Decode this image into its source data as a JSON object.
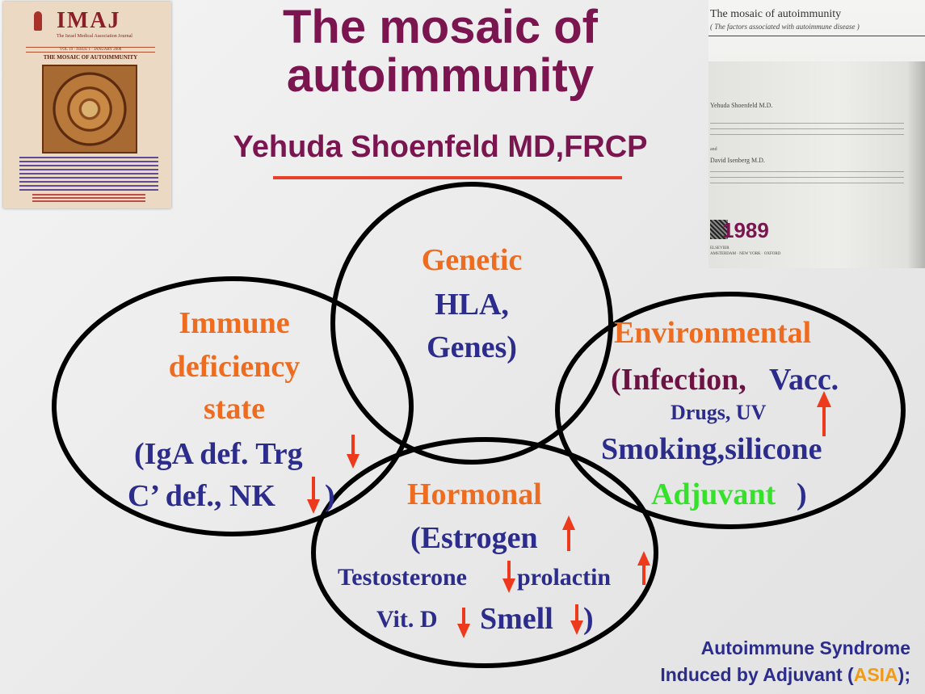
{
  "title": {
    "line1": "The mosaic of",
    "line2": "autoimmunity"
  },
  "author": "Yehuda Shoenfeld MD,FRCP",
  "cover": {
    "journal_name": "IMAJ",
    "journal_sub": "The Israel Medical Association Journal",
    "issue_line": "VOL 19 · ISSUE 1 · JANUARY 2008",
    "heading": "THE MOSAIC OF AUTOIMMUNITY"
  },
  "book": {
    "title": "The mosaic of autoimmunity",
    "subtitle": "( The factors associated with autoimmune disease )",
    "author1": "Yehuda Shoenfeld M.D.",
    "and": "and",
    "author2": "David Isenberg M.D.",
    "year": "1989",
    "publisher_line1": "ELSEVIER",
    "publisher_line2": "AMSTERDAM · NEW YORK · OXFORD"
  },
  "venn": {
    "genetic": {
      "heading": "Genetic",
      "line1": "HLA,",
      "line2": "Genes)"
    },
    "immune": {
      "heading1": "Immune",
      "heading2": "deficiency",
      "heading3": "state",
      "line1": "(IgA def. Trg",
      "line2": "C’ def., NK",
      "line2_tail": ")"
    },
    "environmental": {
      "heading": "Environmental",
      "line1_a": "(Infection,",
      "line1_b": "Vacc.",
      "line2": "Drugs, UV",
      "line3": "Smoking,silicone",
      "line4_a": "Adjuvant",
      "line4_b": ")"
    },
    "hormonal": {
      "heading": "Hormonal",
      "line1": "(Estrogen",
      "line2_a": "Testosterone",
      "line2_b": "prolactin",
      "line3_a": "Vit. D",
      "line3_b": "Smell",
      "line3_c": ")"
    }
  },
  "bottom_note": {
    "line1": "Autoimmune Syndrome",
    "line2_a": "Induced  by Adjuvant  (",
    "line2_b": "ASIA",
    "line2_c": ");"
  },
  "colors": {
    "title": "#7a1550",
    "heading_orange": "#ee6c20",
    "body_blue": "#2b2c8c",
    "arrow_red": "#ee3a1c",
    "adjuvant_green": "#34e22a",
    "asia_orange": "#f09a18"
  }
}
